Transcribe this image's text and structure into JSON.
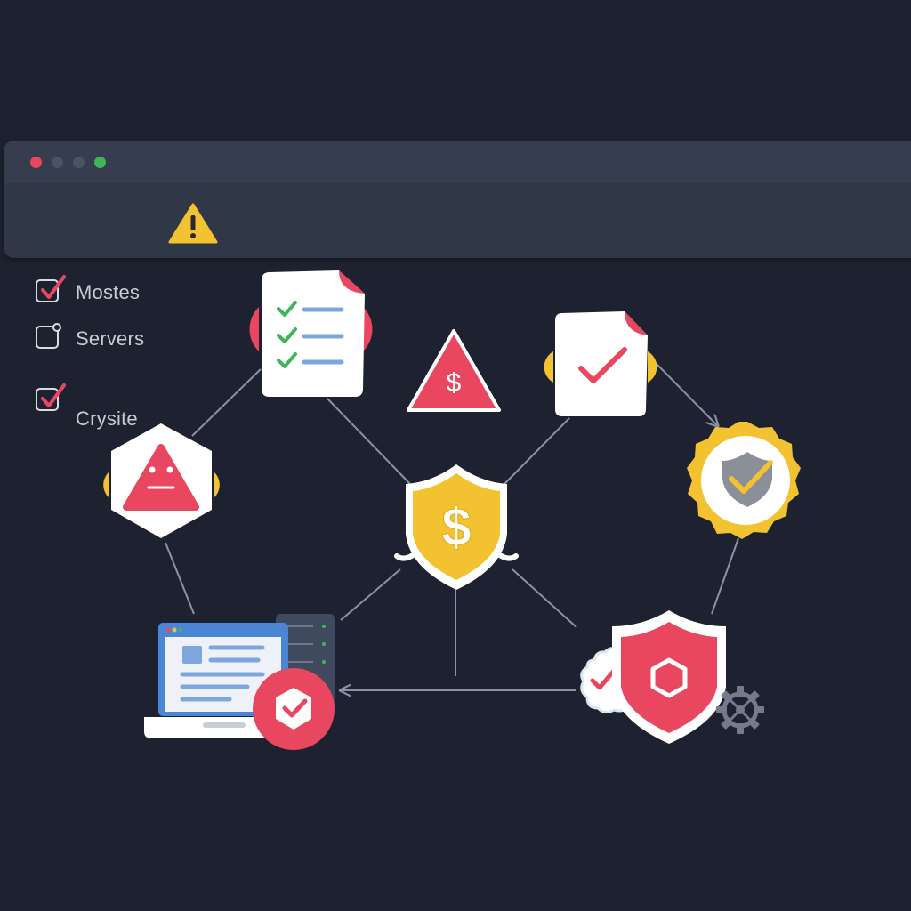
{
  "window": {
    "controls": [
      {
        "name": "close-dot",
        "color": "#e8475f"
      },
      {
        "name": "minimize-dot",
        "color": "#4a5368"
      },
      {
        "name": "maximize-dot",
        "color": "#4a5368"
      },
      {
        "name": "fullscreen-dot",
        "color": "#3fb55a"
      }
    ],
    "alert_icon": "warning-icon",
    "alert_color": "#f2c230"
  },
  "checklist": {
    "items": [
      {
        "label": "Mostes",
        "checked": true
      },
      {
        "label": "Servers",
        "checked": false
      },
      {
        "label": "Crysite",
        "checked": true
      }
    ]
  },
  "diagram": {
    "nodes": [
      {
        "name": "checklist-document-icon",
        "kind": "document"
      },
      {
        "name": "dollar-warning-icon",
        "kind": "warning",
        "symbol": "$"
      },
      {
        "name": "approved-document-icon",
        "kind": "document"
      },
      {
        "name": "alert-hexagon-icon",
        "kind": "warning"
      },
      {
        "name": "dollar-shield-icon",
        "kind": "shield",
        "symbol": "$"
      },
      {
        "name": "verified-badge-icon",
        "kind": "badge"
      },
      {
        "name": "laptop-dashboard-icon",
        "kind": "device"
      },
      {
        "name": "security-shield-icon",
        "kind": "shield"
      },
      {
        "name": "gear-icon",
        "kind": "settings"
      }
    ]
  },
  "colors": {
    "background": "#1e2230",
    "accent_red": "#e8475f",
    "accent_yellow": "#f2c230",
    "check_green": "#3fb55a",
    "line_blue": "#7da7dc",
    "connector": "#8a93a6"
  }
}
